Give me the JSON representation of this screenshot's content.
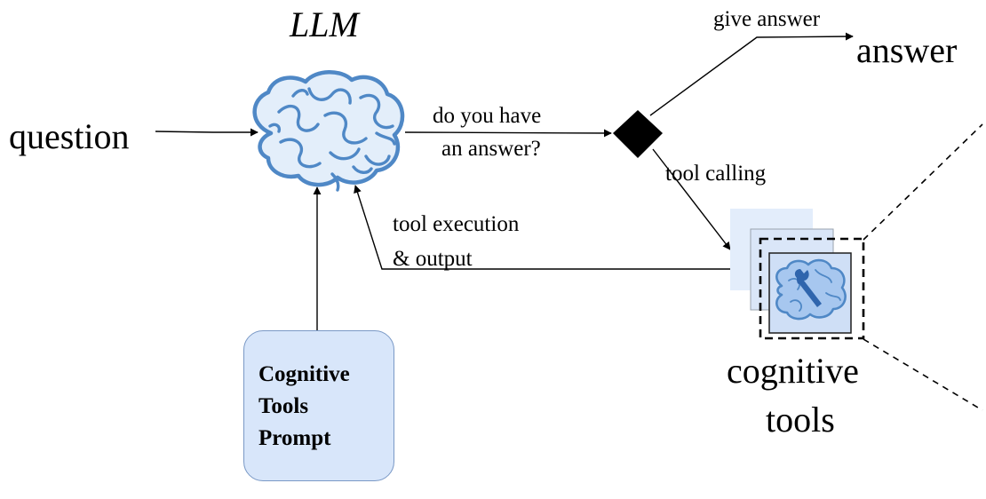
{
  "title": "LLM",
  "input": {
    "label": "question"
  },
  "output": {
    "label": "answer"
  },
  "decision": {
    "question_lines": [
      "do you have",
      "an answer?"
    ],
    "yes_label": "give answer",
    "tool_label": "tool calling"
  },
  "feedback": {
    "lines": [
      "tool execution",
      "& output"
    ]
  },
  "prompt_box": {
    "lines": [
      "Cognitive",
      "Tools",
      "Prompt"
    ]
  },
  "tools": {
    "label_lines": [
      "cognitive",
      "tools"
    ]
  },
  "icons": {
    "llm": "brain-icon",
    "decision": "diamond-decision-icon",
    "tool": "brain-wrench-icon"
  },
  "colors": {
    "brain_stroke": "#4f88c6",
    "brain_fill": "#e3eefa",
    "prompt_fill": "#d8e6fa",
    "card_back": "#e3edfb",
    "card_mid": "#dae6f8",
    "card_front": "#cfdff6"
  }
}
